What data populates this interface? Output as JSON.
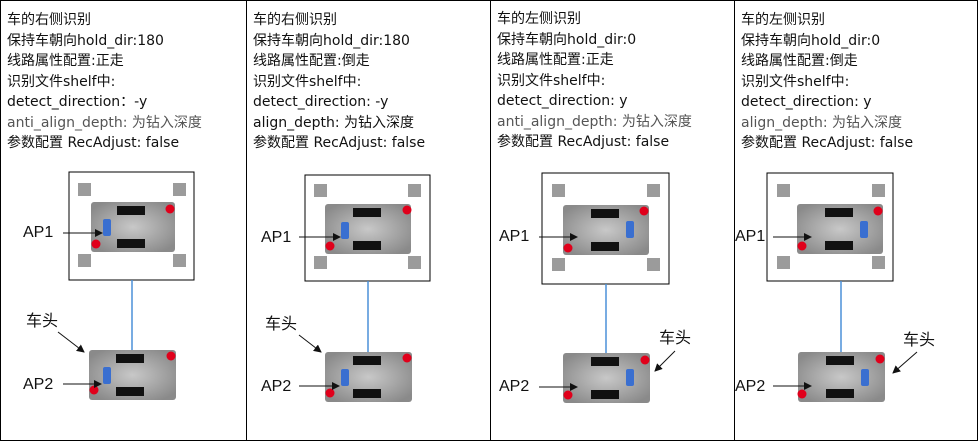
{
  "panels": [
    {
      "lines": [
        "车的右侧识别",
        "保持车朝向hold_dir:180",
        "线路属性配置:正走",
        "识别文件shelf中:",
        "detect_direction：-y",
        "anti_align_depth: 为钻入深度",
        "参数配置 RecAdjust: false"
      ],
      "ap1": "AP1",
      "ap2": "AP2",
      "head": "车头"
    },
    {
      "lines": [
        "车的右侧识别",
        "保持车朝向hold_dir:180",
        "线路属性配置:倒走",
        "识别文件shelf中:",
        "detect_direction: -y",
        "align_depth: 为钻入深度",
        "参数配置 RecAdjust: false"
      ],
      "ap1": "AP1",
      "ap2": "AP2",
      "head": "车头"
    },
    {
      "lines": [
        "车的左侧识别",
        "保持车朝向hold_dir:0",
        "线路属性配置:正走",
        "识别文件shelf中:",
        "detect_direction: y",
        "anti_align_depth: 为钻入深度",
        "参数配置 RecAdjust: false"
      ],
      "ap1": "AP1",
      "ap2": "AP2",
      "head": "车头"
    },
    {
      "lines": [
        "车的左侧识别",
        "保持车朝向hold_dir:0",
        "线路属性配置:倒走",
        "识别文件shelf中:",
        "detect_direction: y",
        "align_depth: 为钻入深度",
        "参数配置 RecAdjust: false"
      ],
      "ap1": "AP1",
      "ap2": "AP2",
      "head": "车头"
    }
  ],
  "colors": {
    "vehicle_body": "#a9a9a9",
    "wheel": "#111111",
    "sensor": "#3a6fd0",
    "marker": "#e0001b",
    "shelf_foot": "#9b9b9b",
    "path_line": "#4a90d9"
  }
}
